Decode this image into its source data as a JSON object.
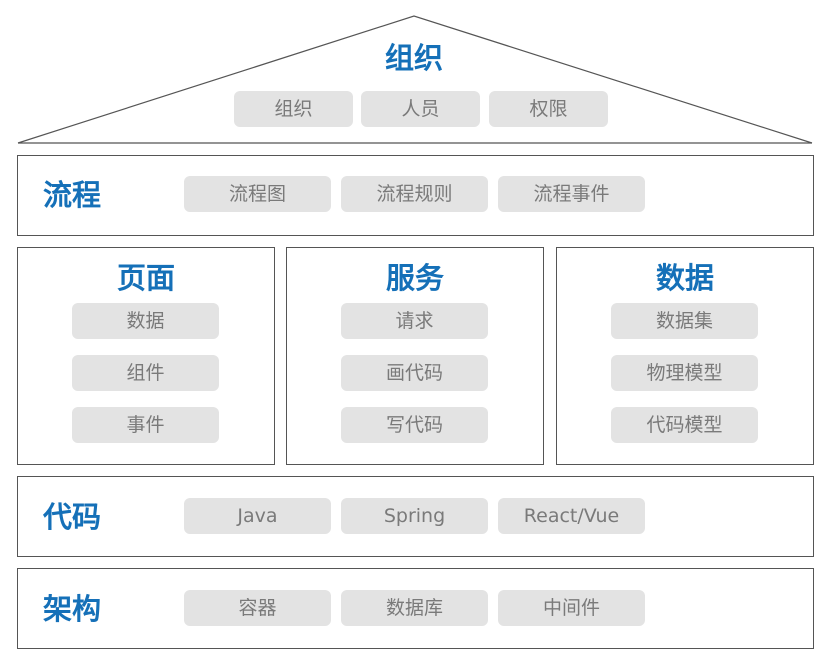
{
  "colors": {
    "title": "#1570b8",
    "chip_bg": "#e3e3e3",
    "chip_text": "#7a7a7a",
    "border": "#555555"
  },
  "organization": {
    "title": "组织",
    "items": [
      "组织",
      "人员",
      "权限"
    ]
  },
  "process": {
    "title": "流程",
    "items": [
      "流程图",
      "流程规则",
      "流程事件"
    ]
  },
  "page": {
    "title": "页面",
    "items": [
      "数据",
      "组件",
      "事件"
    ]
  },
  "service": {
    "title": "服务",
    "items": [
      "请求",
      "画代码",
      "写代码"
    ]
  },
  "data_layer": {
    "title": "数据",
    "items": [
      "数据集",
      "物理模型",
      "代码模型"
    ]
  },
  "code": {
    "title": "代码",
    "items": [
      "Java",
      "Spring",
      "React/Vue"
    ]
  },
  "architecture": {
    "title": "架构",
    "items": [
      "容器",
      "数据库",
      "中间件"
    ]
  }
}
